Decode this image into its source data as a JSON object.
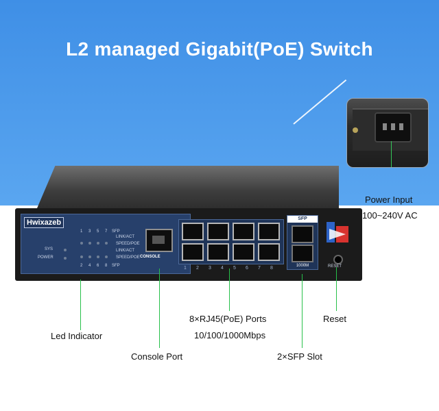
{
  "headline": "L2 managed Gigabit(PoE) Switch",
  "device": {
    "brand": "Hwixazeb",
    "led_labels": {
      "sys": "SYS",
      "power": "POWER",
      "link_act": "LINK/ACT",
      "speed_poe": "SPEED/POE",
      "sfp": "SFP"
    },
    "top_numbers": [
      "1",
      "3",
      "5",
      "7"
    ],
    "bottom_numbers": [
      "2",
      "4",
      "6",
      "8"
    ],
    "console_label": "CONSOLE",
    "port_numbers": [
      "1",
      "2",
      "3",
      "4",
      "5",
      "6",
      "7",
      "8"
    ],
    "sfp_header": "SFP",
    "sfp_footer": "1000M",
    "reset_label": "RESET"
  },
  "callouts": {
    "power_input": "Power Input",
    "power_spec": "100~240V AC",
    "led_indicator": "Led Indicator",
    "console_port": "Console Port",
    "rj45_ports": "8×RJ45(PoE) Ports",
    "rj45_speed": "10/100/1000Mbps",
    "reset": "Reset",
    "sfp_slot": "2×SFP Slot"
  },
  "colors": {
    "sky_blue": "#4a98ea",
    "panel_blue": "#27406b",
    "callout_line": "#27c04a",
    "device_body": "#1b1b1b"
  }
}
